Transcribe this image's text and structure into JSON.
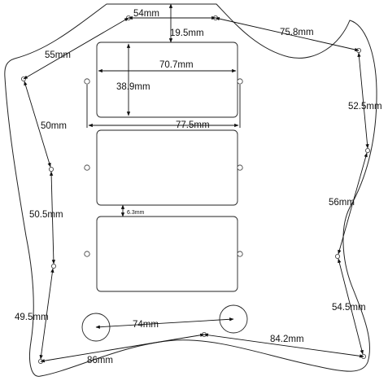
{
  "diagram": {
    "part": "pickguard",
    "stroke_color": "#222222",
    "background": "#ffffff",
    "dimensions": {
      "top_left_edge": "55mm",
      "top_edge": "54mm",
      "top_right_edge": "75.8mm",
      "neck_gap": "19.5mm",
      "pickup_width": "70.7mm",
      "pickup_height": "38.9mm",
      "mount_hole_span": "77.5mm",
      "pickup_gap": "6.3mm",
      "left_upper": "50mm",
      "left_middle": "50.5mm",
      "left_lower": "49.5mm",
      "right_upper": "52.5mm",
      "right_middle": "56mm",
      "right_lower": "54.5mm",
      "knob_span": "74mm",
      "bottom_left": "86mm",
      "bottom_right": "84.2mm"
    }
  }
}
